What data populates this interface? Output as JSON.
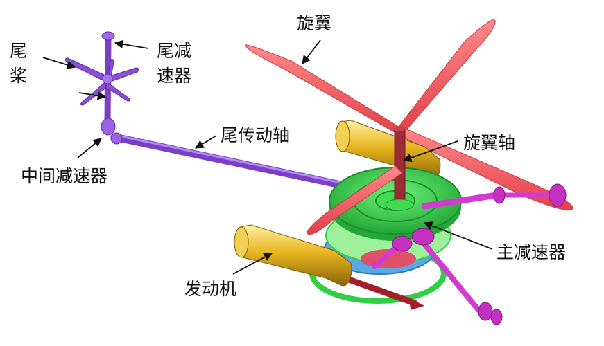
{
  "labels": {
    "tail_rotor_1": "尾",
    "tail_rotor_2": "桨",
    "tail_gearbox_1": "尾减",
    "tail_gearbox_2": "速器",
    "intermediate_gearbox": "中间减速器",
    "tail_drive_shaft": "尾传动轴",
    "rotor": "旋翼",
    "rotor_shaft": "旋翼轴",
    "main_gearbox": "主减速器",
    "engine": "发动机"
  },
  "colors": {
    "rotor_blade": "#f0545a",
    "rotor_shaft": "#9e2a36",
    "engine": "#e6b41e",
    "gear_green": "#2fcf44",
    "tail_parts": "#8a4fd6",
    "linkage": "#d13ccf",
    "drive_red": "#a3202a",
    "blue_gear": "#5aa8e6"
  }
}
